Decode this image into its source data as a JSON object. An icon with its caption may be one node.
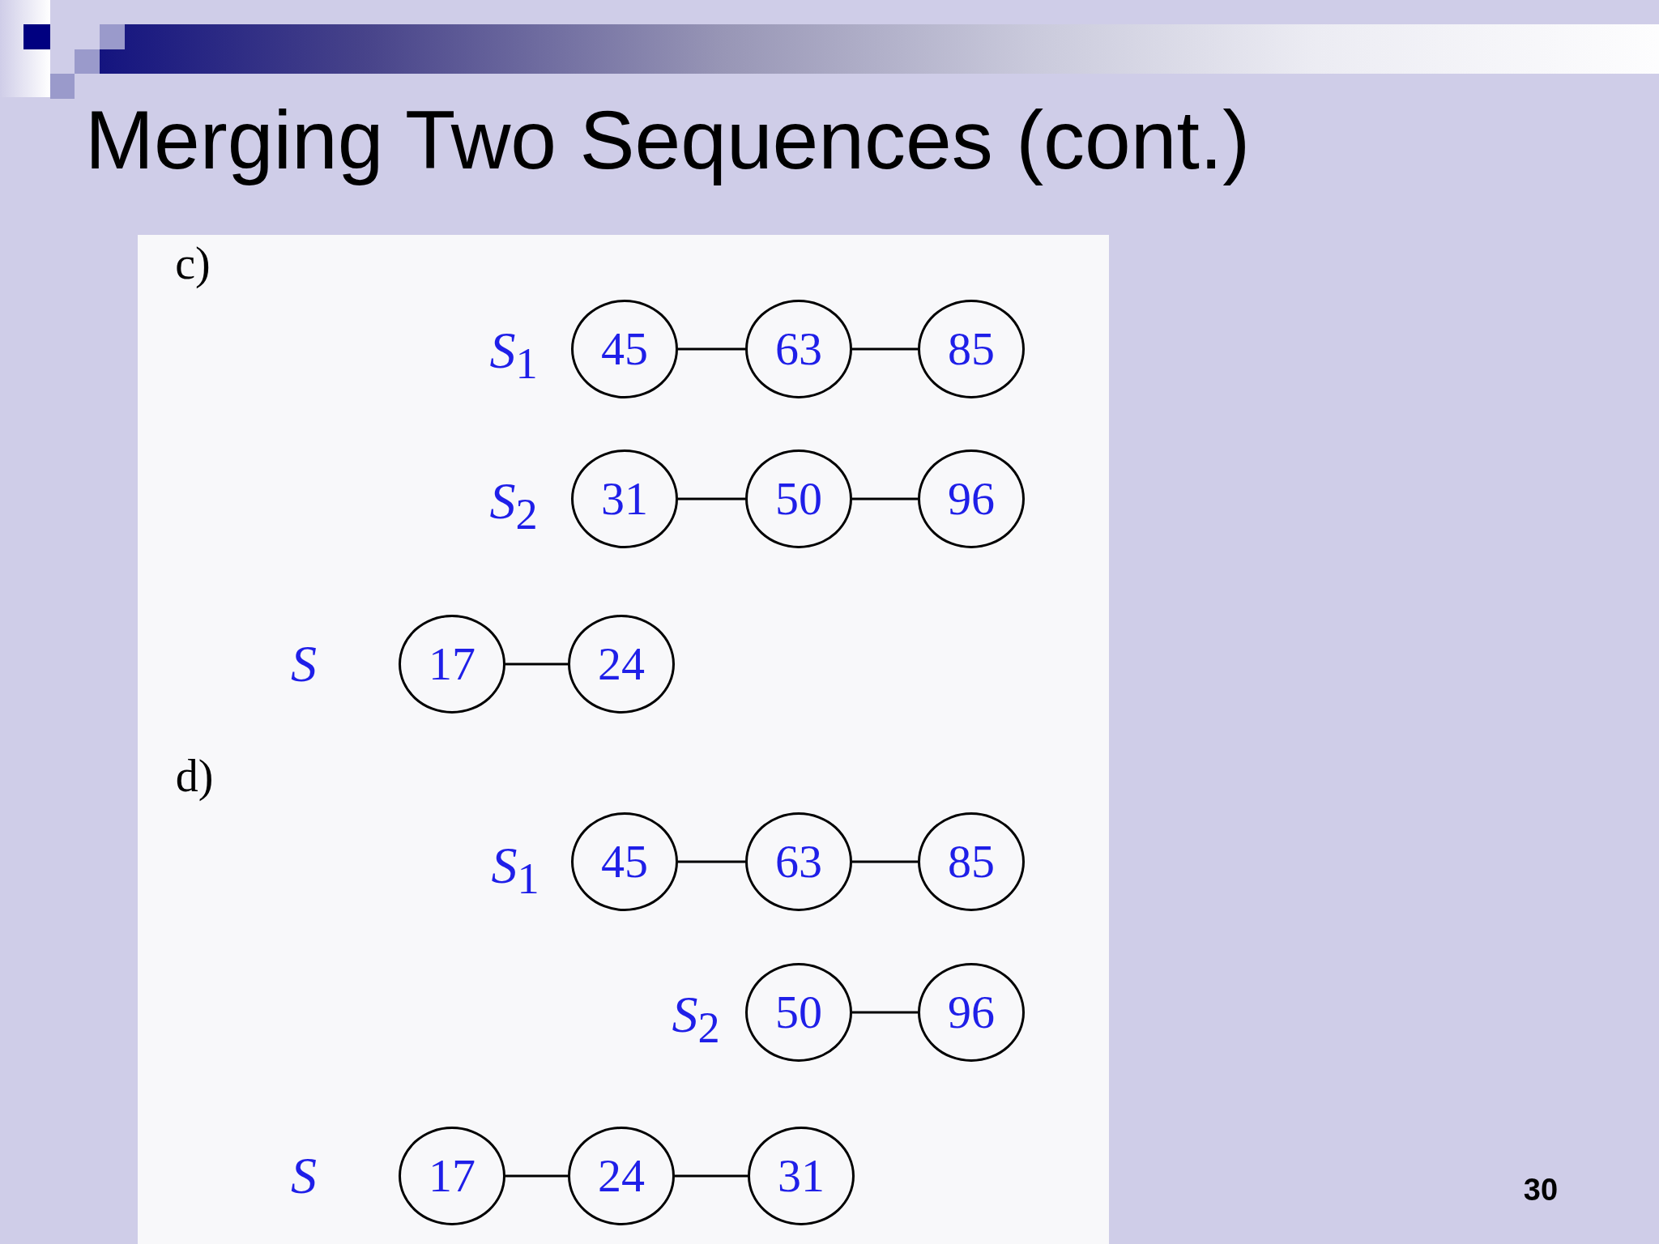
{
  "diagram": {
    "title": "Merging Two Sequences (cont.)",
    "nodes": [
      {
        "text": [
          "45"
        ]
      },
      {
        "text": [
          "63"
        ]
      },
      {
        "text": [
          "85"
        ]
      },
      {
        "text": [
          "31"
        ]
      },
      {
        "text": [
          "50"
        ]
      },
      {
        "text": [
          "96"
        ]
      },
      {
        "text": [
          "17"
        ]
      },
      {
        "text": [
          "24"
        ]
      },
      {
        "text": [
          "45"
        ]
      },
      {
        "text": [
          "63"
        ]
      },
      {
        "text": [
          "85"
        ]
      },
      {
        "text": [
          "50"
        ]
      },
      {
        "text": [
          "96"
        ]
      },
      {
        "text": [
          "17"
        ]
      },
      {
        "text": [
          "24"
        ]
      },
      {
        "text": [
          "31"
        ]
      }
    ],
    "edges": [
      {
        "from": 0,
        "to": 1,
        "arrow": "none"
      },
      {
        "from": 1,
        "to": 2,
        "arrow": "none"
      },
      {
        "from": 3,
        "to": 4,
        "arrow": "none"
      },
      {
        "from": 4,
        "to": 5,
        "arrow": "none"
      },
      {
        "from": 6,
        "to": 7,
        "arrow": "none"
      },
      {
        "from": 8,
        "to": 9,
        "arrow": "none"
      },
      {
        "from": 9,
        "to": 10,
        "arrow": "none"
      },
      {
        "from": 11,
        "to": 12,
        "arrow": "none"
      },
      {
        "from": 13,
        "to": 14,
        "arrow": "none"
      },
      {
        "from": 14,
        "to": 15,
        "arrow": "none"
      }
    ],
    "labels": [
      "c)",
      "S$_{1}$",
      "S$_{2}$",
      "S",
      "d)",
      "S$_{1}$",
      "S$_{2}$",
      "S",
      "30"
    ]
  }
}
